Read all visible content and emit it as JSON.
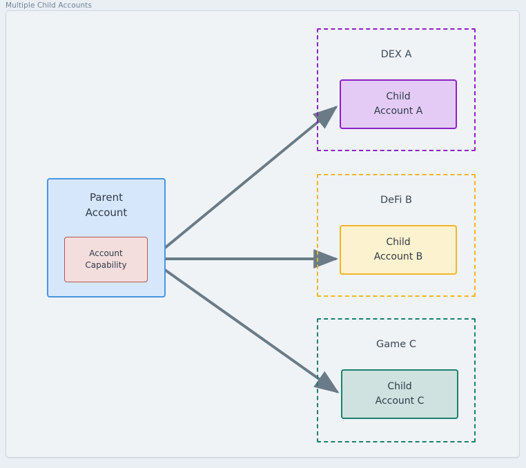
{
  "frame": {
    "title": "Multiple Child Accounts"
  },
  "colors": {
    "page_background": "#eaeff4",
    "canvas_background": "#eff3f6",
    "canvas_border": "#ccd7e0",
    "title_text": "#6f8296",
    "node_text": "#2f3b47",
    "arrow": "#6a7b87",
    "parent_fill": "#d7e7fb",
    "parent_border": "#4695e0",
    "capability_fill": "#f3dedd",
    "capability_border": "#b15551",
    "dex_accent": "#8c1fc4",
    "dex_fill": "#e4cbf6",
    "defi_accent": "#f4b425",
    "defi_fill": "#fdf2cf",
    "game_accent": "#1c7f6d",
    "game_fill": "#cfe2df"
  },
  "parent": {
    "label_line1": "Parent",
    "label_line2": "Account",
    "capability_line1": "Account",
    "capability_line2": "Capability"
  },
  "groups": [
    {
      "id": "dex",
      "label": "DEX A",
      "child_line1": "Child",
      "child_line2": "Account A"
    },
    {
      "id": "defi",
      "label": "DeFi B",
      "child_line1": "Child",
      "child_line2": "Account B"
    },
    {
      "id": "game",
      "label": "Game C",
      "child_line1": "Child",
      "child_line2": "Account C"
    }
  ],
  "edges": [
    {
      "id": "edge-capability-to-child-a",
      "from": "Account Capability",
      "to": "Child Account A",
      "style": "solid-arrow"
    },
    {
      "id": "edge-capability-to-child-b",
      "from": "Account Capability",
      "to": "Child Account B",
      "style": "solid-arrow"
    },
    {
      "id": "edge-capability-to-child-c",
      "from": "Account Capability",
      "to": "Child Account C",
      "style": "solid-arrow"
    }
  ]
}
